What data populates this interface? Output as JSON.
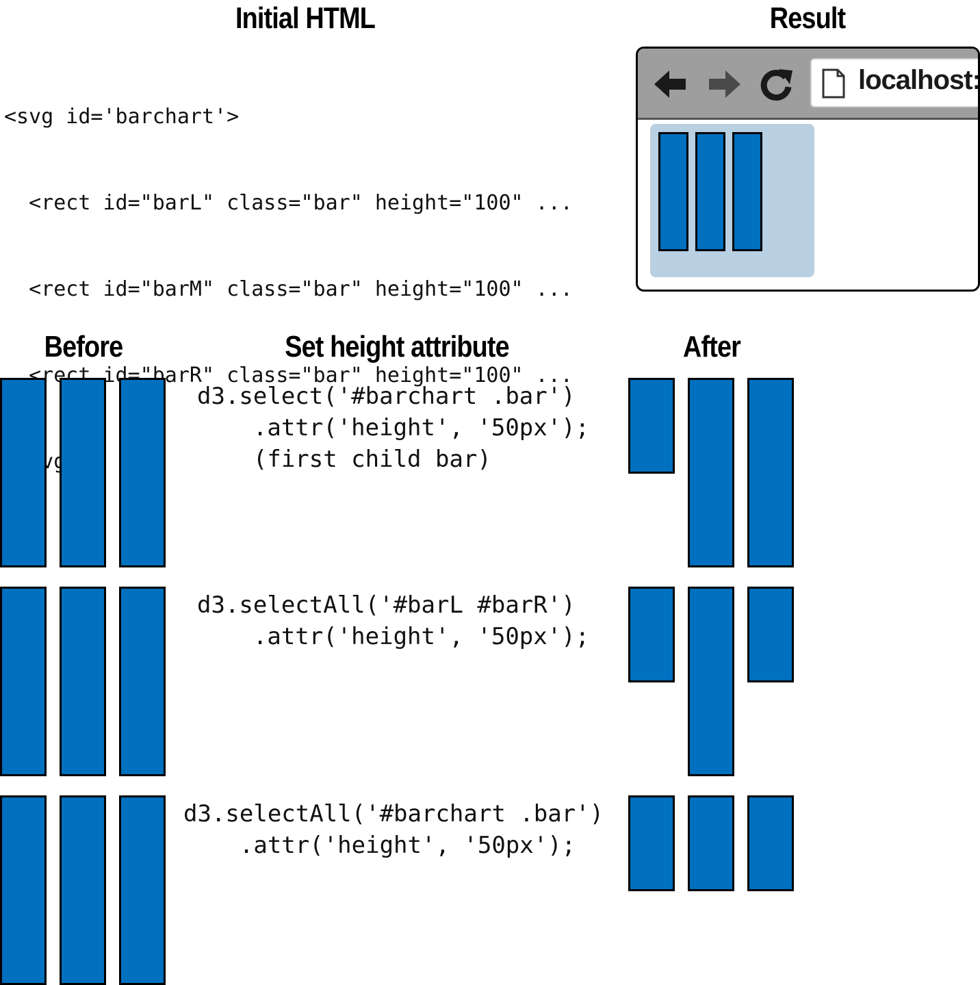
{
  "headings": {
    "initial_html": "Initial HTML",
    "result": "Result",
    "before": "Before",
    "set_height": "Set height attribute",
    "after": "After"
  },
  "initial_code": [
    "<svg id='barchart'>",
    "  <rect id=\"barL\" class=\"bar\" height=\"100\" ...",
    "  <rect id=\"barM\" class=\"bar\" height=\"100\" ...",
    "  <rect id=\"barR\" class=\"bar\" height=\"100\" ...",
    "</svg>"
  ],
  "browser": {
    "address": "localhost:",
    "icons": [
      "back-arrow-icon",
      "forward-arrow-icon",
      "reload-icon",
      "page-icon"
    ]
  },
  "colors": {
    "bar_fill": "#0070bf",
    "bar_stroke": "#000000",
    "svg_background": "#b9d0e3",
    "toolbar": "#9e9e9e"
  },
  "rows": [
    {
      "code": [
        "d3.select('#barchart .bar')",
        "    .attr('height', '50px');",
        "    (first child bar)"
      ],
      "before_heights": [
        100,
        100,
        100
      ],
      "after_heights": [
        50,
        100,
        100
      ]
    },
    {
      "code": [
        "d3.selectAll('#barL #barR')",
        "    .attr('height', '50px');"
      ],
      "before_heights": [
        100,
        100,
        100
      ],
      "after_heights": [
        50,
        100,
        50
      ]
    },
    {
      "code": [
        "d3.selectAll('#barchart .bar')",
        "    .attr('height', '50px');"
      ],
      "before_heights": [
        100,
        100,
        100
      ],
      "after_heights": [
        50,
        50,
        50
      ]
    }
  ]
}
